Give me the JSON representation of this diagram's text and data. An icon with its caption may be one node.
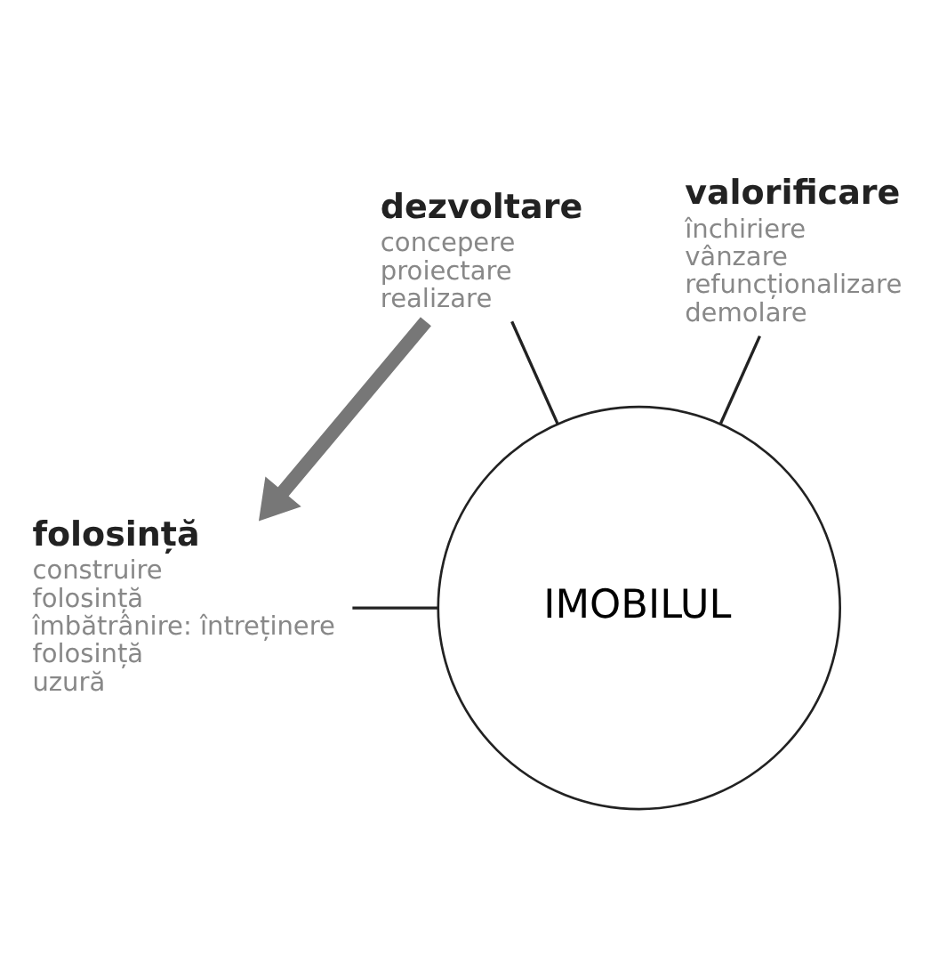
{
  "diagram": {
    "nodes": [
      {
        "text": [
          "IMOBILUL"
        ]
      },
      {
        "text": [
          "dezvoltare",
          "concepere",
          "proiectare",
          "realizare"
        ]
      },
      {
        "text": [
          "folosință",
          "construire",
          "folosință",
          "îmbătrânire: întreținere",
          "folosință",
          "uzură"
        ]
      },
      {
        "text": [
          "valorificare",
          "închiriere",
          "vânzare",
          "refuncționalizare",
          "demolare"
        ]
      }
    ],
    "edges": [
      {
        "from": 1,
        "to": 0,
        "arrow": "none"
      },
      {
        "from": 2,
        "to": 0,
        "arrow": "none"
      },
      {
        "from": 3,
        "to": 0,
        "arrow": "none"
      },
      {
        "from": 1,
        "to": 2,
        "arrow": "to",
        "style": "thick",
        "color": "#777777"
      }
    ]
  }
}
